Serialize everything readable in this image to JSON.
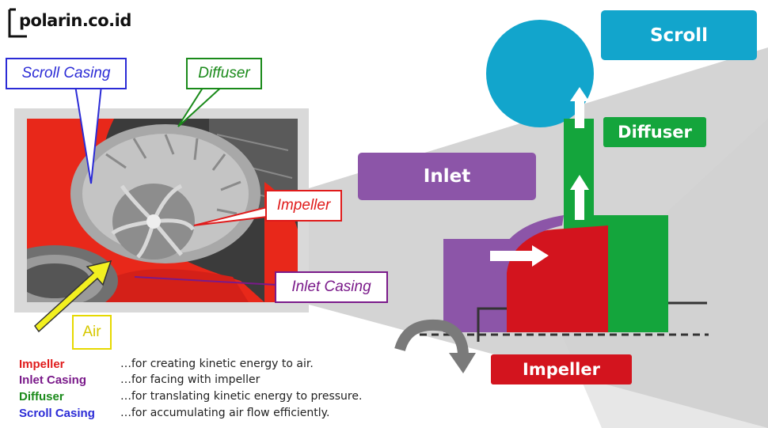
{
  "logo": {
    "text": "polarin.co.id"
  },
  "callouts": {
    "scroll_casing": "Scroll Casing",
    "diffuser": "Diffuser",
    "impeller": "Impeller",
    "inlet_casing": "Inlet Casing",
    "air": "Air"
  },
  "diagram_labels": {
    "scroll": "Scroll",
    "diffuser": "Diffuser",
    "inlet": "Inlet",
    "impeller": "Impeller"
  },
  "legend": [
    {
      "name": "Impeller",
      "color": "#e01b1b",
      "desc": "…for creating kinetic energy to air."
    },
    {
      "name": "Inlet Casing",
      "color": "#7a1a8a",
      "desc": "…for facing with impeller"
    },
    {
      "name": "Diffuser",
      "color": "#1a8a1a",
      "desc": "…for translating kinetic energy to pressure."
    },
    {
      "name": "Scroll Casing",
      "color": "#2b2bd6",
      "desc": "…for accumulating air flow efficiently."
    }
  ],
  "colors": {
    "scroll": "#12a5cc",
    "diffuser": "#14a53c",
    "inlet": "#8c55a8",
    "impeller": "#d3141e",
    "air_arrow": "#f2f020"
  }
}
